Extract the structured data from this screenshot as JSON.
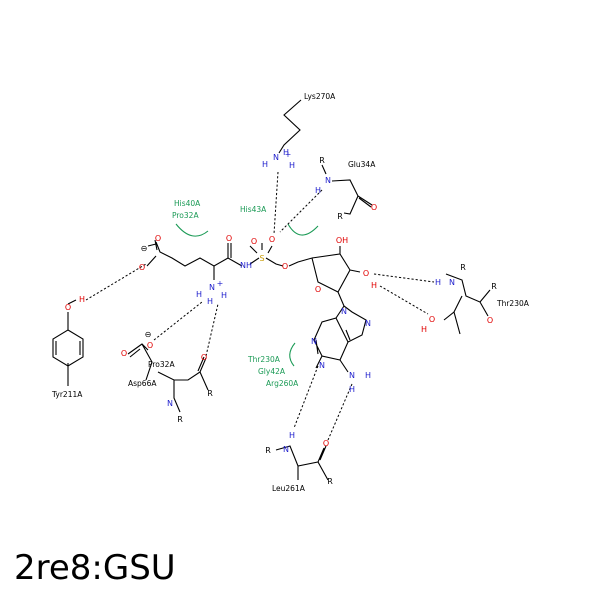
{
  "title": "2re8:GSU",
  "residues": {
    "lys270": "Lys270A",
    "glu34": "Glu34A",
    "his40": "His40A",
    "pro32a": "Pro32A",
    "his43": "His43A",
    "tyr211": "Tyr211A",
    "asp66": "Asp66A",
    "pro32b": "Pro32A",
    "thr230": "Thr230A",
    "thr230b": "Thr230A",
    "gly42": "Gly42A",
    "arg260": "Arg260A",
    "leu261": "Leu261A"
  },
  "atoms": {
    "O": "O",
    "N": "N",
    "H": "H",
    "S": "S",
    "R": "R",
    "OH": "OH",
    "NH": "NH",
    "Nplus": "N+",
    "minus": "⊖"
  },
  "colors": {
    "oxygen": "#e00000",
    "nitrogen": "#1e1ecc",
    "sulfur": "#c89a00",
    "contact": "#1a9a55"
  }
}
